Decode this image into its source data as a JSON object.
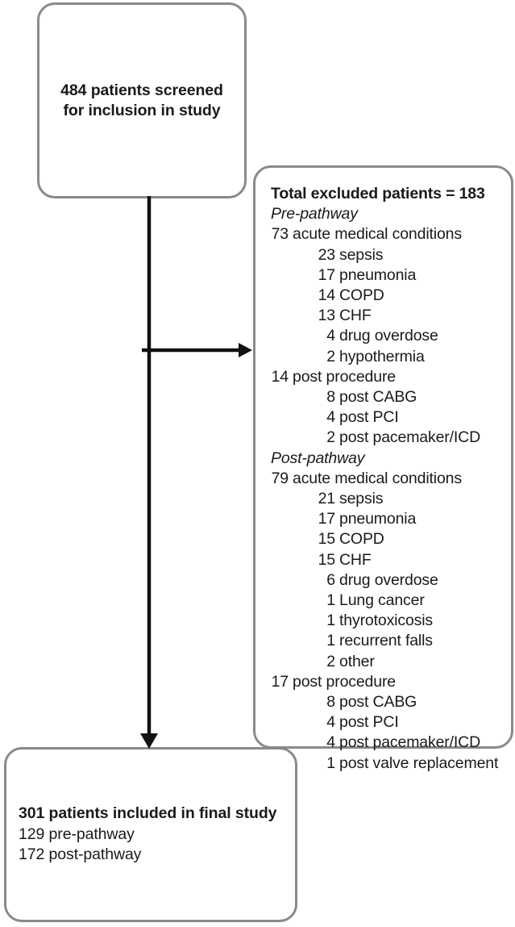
{
  "figure": {
    "type": "study-flow-diagram",
    "border_color": "#8a8a8a",
    "arrow_color": "#111111"
  },
  "screened_box": {
    "line1": "484 patients screened",
    "line2": "for inclusion in study"
  },
  "excluded_box": {
    "title": "Total excluded patients = 183",
    "groups": [
      {
        "label": "Pre-pathway",
        "rows": [
          {
            "num": "73",
            "text": "acute medical conditions",
            "level": "main"
          },
          {
            "num": "23",
            "text": "sepsis",
            "level": "sub"
          },
          {
            "num": "17",
            "text": "pneumonia",
            "level": "sub"
          },
          {
            "num": "14",
            "text": "COPD",
            "level": "sub"
          },
          {
            "num": "13",
            "text": "CHF",
            "level": "sub"
          },
          {
            "num": "4",
            "text": "drug overdose",
            "level": "sub"
          },
          {
            "num": "2",
            "text": "hypothermia",
            "level": "sub"
          },
          {
            "num": "14",
            "text": "post procedure",
            "level": "main"
          },
          {
            "num": "8",
            "text": "post CABG",
            "level": "sub"
          },
          {
            "num": "4",
            "text": "post PCI",
            "level": "sub"
          },
          {
            "num": "2",
            "text": "post pacemaker/ICD",
            "level": "sub"
          }
        ]
      },
      {
        "label": "Post-pathway",
        "rows": [
          {
            "num": "79",
            "text": "acute medical conditions",
            "level": "main"
          },
          {
            "num": "21",
            "text": "sepsis",
            "level": "sub"
          },
          {
            "num": "17",
            "text": "pneumonia",
            "level": "sub"
          },
          {
            "num": "15",
            "text": "COPD",
            "level": "sub"
          },
          {
            "num": "15",
            "text": "CHF",
            "level": "sub"
          },
          {
            "num": "6",
            "text": "drug overdose",
            "level": "sub"
          },
          {
            "num": "1",
            "text": "Lung cancer",
            "level": "sub"
          },
          {
            "num": "1",
            "text": "thyrotoxicosis",
            "level": "sub"
          },
          {
            "num": "1",
            "text": "recurrent falls",
            "level": "sub"
          },
          {
            "num": "2",
            "text": "other",
            "level": "sub"
          },
          {
            "num": "17",
            "text": "post procedure",
            "level": "main"
          },
          {
            "num": "8",
            "text": "post CABG",
            "level": "sub"
          },
          {
            "num": "4",
            "text": "post PCI",
            "level": "sub"
          },
          {
            "num": "4",
            "text": "post pacemaker/ICD",
            "level": "sub"
          },
          {
            "num": "1",
            "text": "post valve replacement",
            "level": "sub"
          }
        ]
      }
    ]
  },
  "included_box": {
    "title": "301 patients included in final study",
    "lines": [
      "129 pre-pathway",
      "172 post-pathway"
    ]
  }
}
